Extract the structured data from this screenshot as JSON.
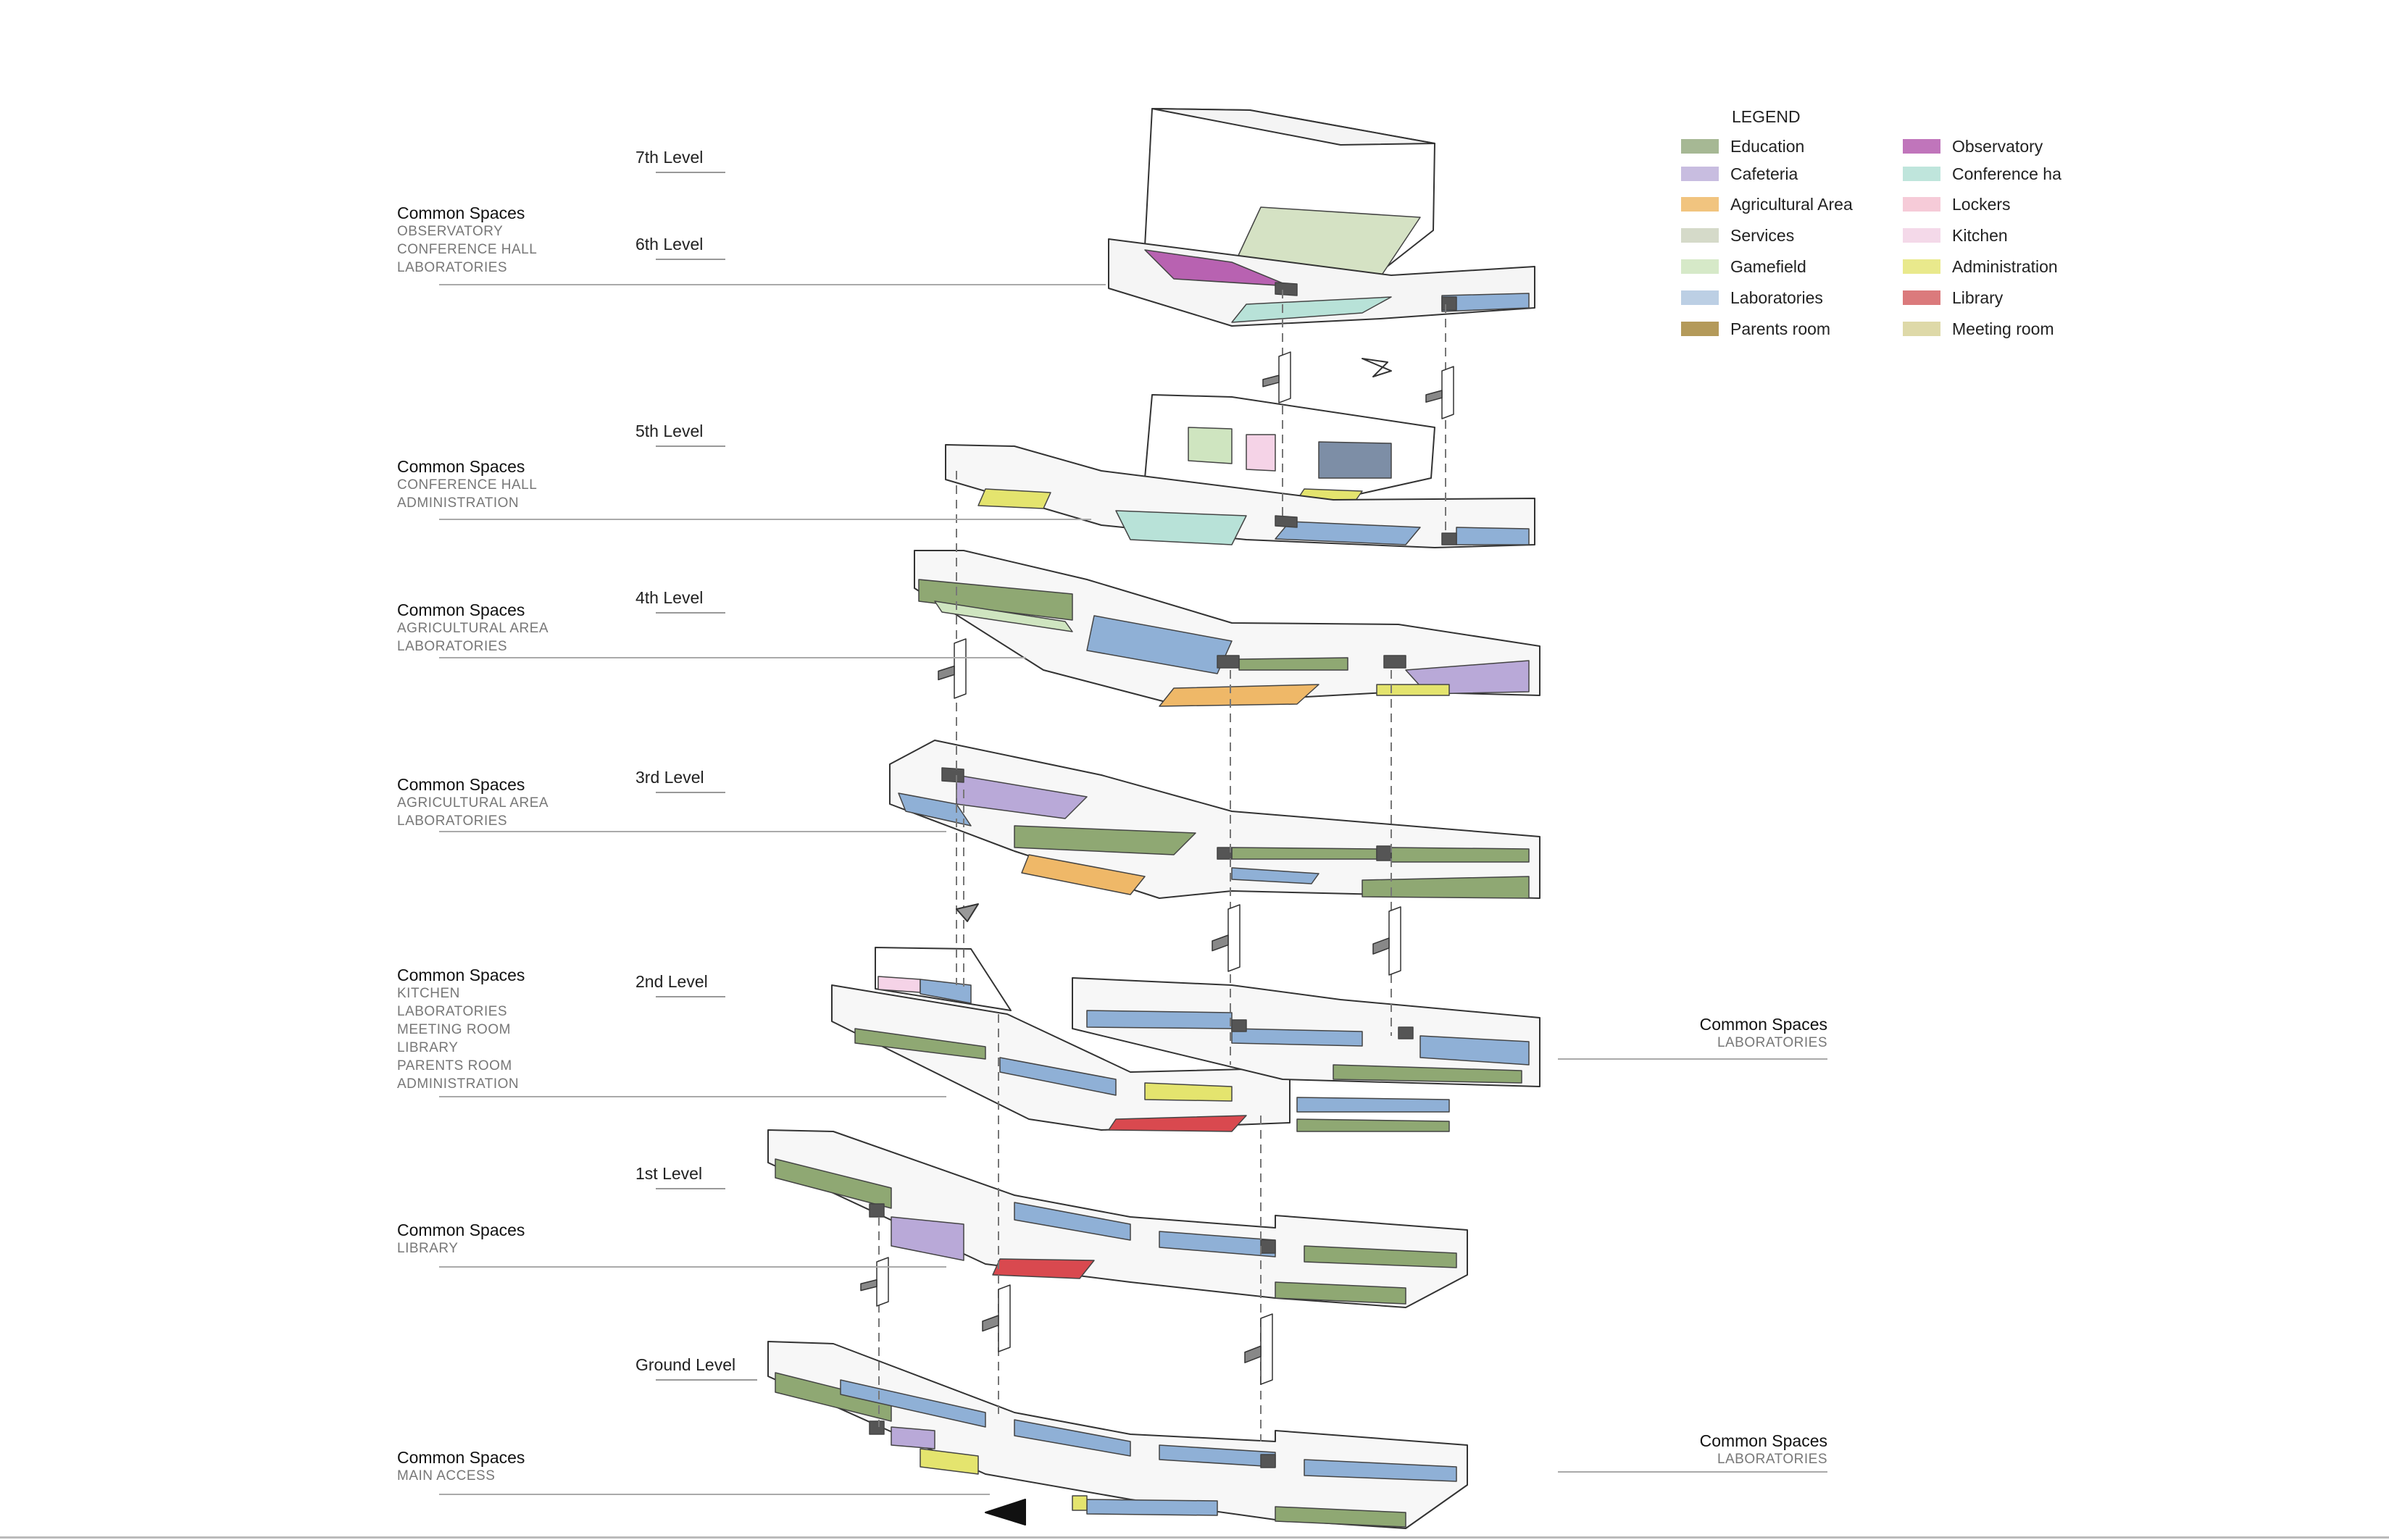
{
  "levels": [
    {
      "id": "l7",
      "label": "7th Level"
    },
    {
      "id": "l6",
      "label": "6th Level"
    },
    {
      "id": "l5",
      "label": "5th Level"
    },
    {
      "id": "l4",
      "label": "4th Level"
    },
    {
      "id": "l3",
      "label": "3rd Level"
    },
    {
      "id": "l2",
      "label": "2nd Level"
    },
    {
      "id": "l1",
      "label": "1st Level"
    },
    {
      "id": "lg",
      "label": "Ground Level"
    }
  ],
  "common_spaces": [
    {
      "title": "Common Spaces",
      "items": [
        "OBSERVATORY",
        "CONFERENCE HALL",
        "LABORATORIES"
      ]
    },
    {
      "title": "Common Spaces",
      "items": [
        "CONFERENCE HALL",
        "ADMINISTRATION"
      ]
    },
    {
      "title": "Common Spaces",
      "items": [
        "AGRICULTURAL AREA",
        "LABORATORIES"
      ]
    },
    {
      "title": "Common Spaces",
      "items": [
        "AGRICULTURAL AREA",
        "LABORATORIES"
      ]
    },
    {
      "title": "Common Spaces",
      "items": [
        "KITCHEN",
        "LABORATORIES",
        "MEETING ROOM",
        "LIBRARY",
        "PARENTS ROOM",
        "ADMINISTRATION"
      ]
    },
    {
      "title": "Common Spaces",
      "items": [
        "LIBRARY"
      ]
    },
    {
      "title": "Common Spaces",
      "items": [
        "MAIN ACCESS"
      ]
    }
  ],
  "common_spaces_right": [
    {
      "title": "Common Spaces",
      "items": [
        "LABORATORIES"
      ]
    },
    {
      "title": "Common Spaces",
      "items": [
        "LABORATORIES"
      ]
    }
  ],
  "legend": {
    "title": "LEGEND",
    "items": [
      {
        "label": "Education",
        "color": "#a6b894"
      },
      {
        "label": "Cafeteria",
        "color": "#c8bde0"
      },
      {
        "label": "Agricultural Area",
        "color": "#f1c47f"
      },
      {
        "label": "Services",
        "color": "#d5dac9"
      },
      {
        "label": "Gamefield",
        "color": "#d6e9c8"
      },
      {
        "label": "Laboratories",
        "color": "#bccfe4"
      },
      {
        "label": "Parents room",
        "color": "#b49a5a"
      },
      {
        "label": "Observatory",
        "color": "#c075bb"
      },
      {
        "label": "Conference ha",
        "color": "#bfe5dc"
      },
      {
        "label": "Lockers",
        "color": "#f6cbd8"
      },
      {
        "label": "Kitchen",
        "color": "#f4d9e9"
      },
      {
        "label": "Administration",
        "color": "#e9e98c"
      },
      {
        "label": "Library",
        "color": "#db7a7c"
      },
      {
        "label": "Meeting room",
        "color": "#ded9a8"
      }
    ]
  },
  "colors": {
    "education": "#8fa873",
    "laboratories": "#8fb0d6",
    "cafeteria": "#b9a9d8",
    "agricultural": "#efb868",
    "gamefield": "#cfe5c0",
    "conference": "#b8e2d8",
    "observatory": "#b862b1",
    "administration": "#e4e46e",
    "library": "#d9494f",
    "kitchen": "#f5d3e7",
    "services": "#cfd4c2",
    "dark": "#555555",
    "slab": "#d8d8d8"
  }
}
